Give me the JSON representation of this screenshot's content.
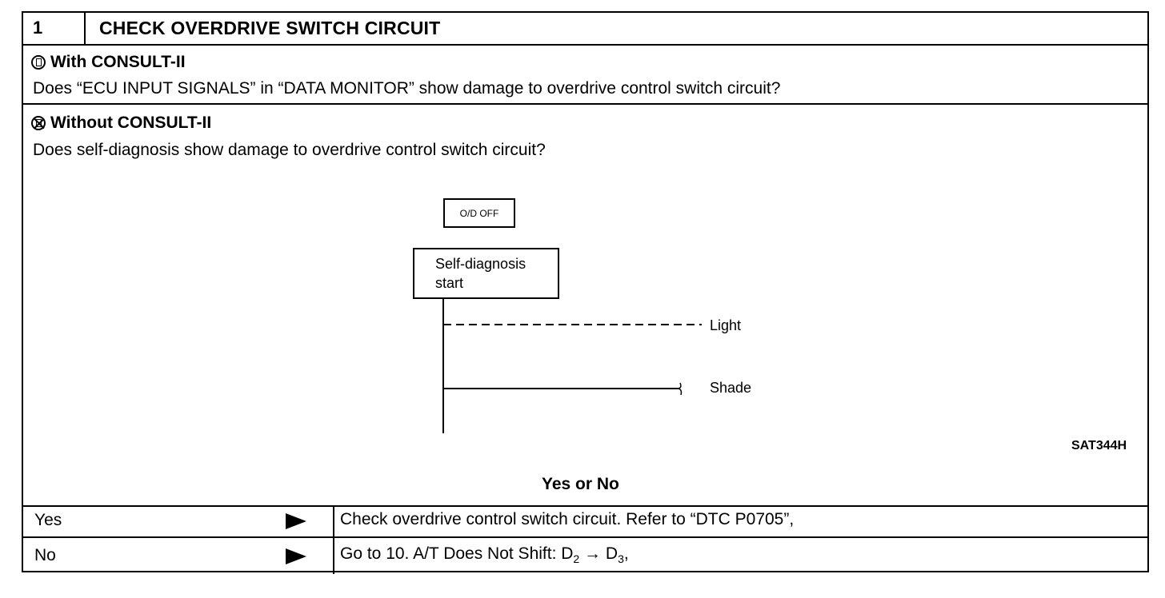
{
  "step": {
    "number": "1",
    "title": "CHECK OVERDRIVE SWITCH CIRCUIT"
  },
  "with_consult": {
    "heading": "With CONSULT-II",
    "question": "Does “ECU INPUT SIGNALS” in “DATA MONITOR” show damage to overdrive control switch circuit?"
  },
  "without_consult": {
    "heading": "Without CONSULT-II",
    "question": "Does self-diagnosis show damage to overdrive control switch circuit?"
  },
  "diagram": {
    "od_off_label": "O/D OFF",
    "self_diag_line1": "Self-diagnosis",
    "self_diag_line2": "start",
    "light_label": "Light",
    "shade_label": "Shade",
    "figure_ref": "SAT344H"
  },
  "decision": {
    "prompt": "Yes or No",
    "yes_label": "Yes",
    "yes_action": "Check overdrive control switch circuit. Refer to “DTC P0705”,",
    "no_label": "No",
    "no_action_prefix": "Go to 10. A/T Does Not Shift: D",
    "no_sub1": "2",
    "no_arrow": " → D",
    "no_sub2": "3",
    "no_suffix": ","
  },
  "icons": {
    "with_consult_icon": "consult-tool-icon",
    "without_consult_icon": "no-consult-tool-icon",
    "row_arrow": "right-triangle-arrow-icon"
  }
}
